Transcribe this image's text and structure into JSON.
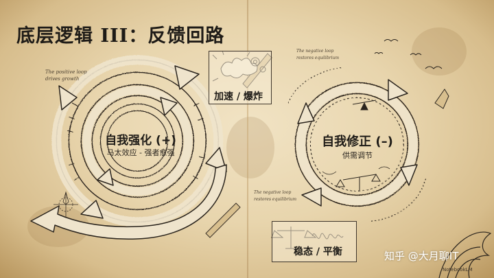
{
  "title": "底层逻辑 III：反馈回路",
  "left_loop": {
    "name": "自我强化 (+)",
    "subtitle": "马太效应 - 强者愈强",
    "note": "The positive loop\ndrives growth",
    "box_label": "加速 / 爆炸"
  },
  "right_loop": {
    "name": "自我修正 (–)",
    "subtitle": "供需调节",
    "note_top": "The negative loop\nrestores equilibrium",
    "note_bottom": "The negative loop\nrestores equilibrium",
    "box_label": "稳态 / 平衡"
  },
  "watermark": "知乎 @大月聊IT",
  "brand": "NotebookLM",
  "colors": {
    "parchment": "#e8d5ad",
    "ink": "#1e1b17",
    "arrow_fill": "#efe4cc"
  }
}
